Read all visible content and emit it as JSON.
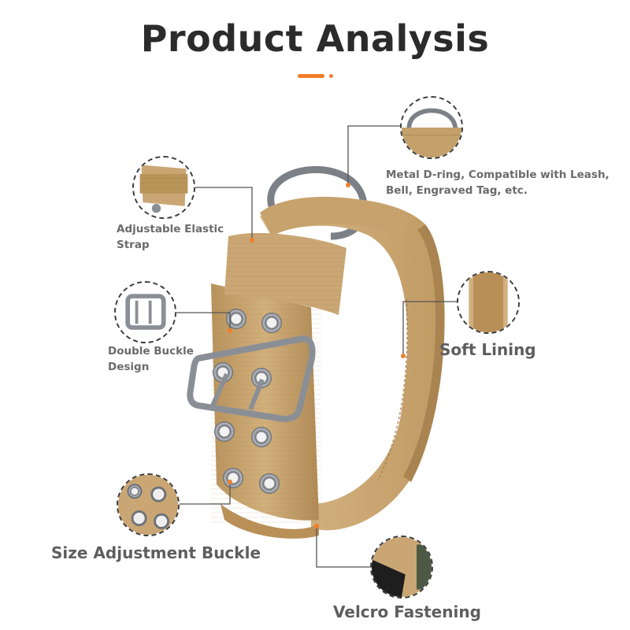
{
  "title": "Product Analysis",
  "colors": {
    "accent": "#f07f2a",
    "fabric": "#c9a574",
    "fabric_dark": "#a9844f",
    "metal": "#8a8f96",
    "text": "#6b6b6b"
  },
  "callouts": {
    "d_ring": {
      "label": "Metal D-ring, Compatible with Leash,\nBell, Engraved Tag, etc."
    },
    "elastic_strap": {
      "label": "Adjustable Elastic\nStrap"
    },
    "double_buckle": {
      "label": "Double Buckle\nDesign"
    },
    "soft_lining": {
      "label": "Soft Lining"
    },
    "size_buckle": {
      "label": "Size Adjustment Buckle"
    },
    "velcro": {
      "label": "Velcro Fastening"
    }
  }
}
